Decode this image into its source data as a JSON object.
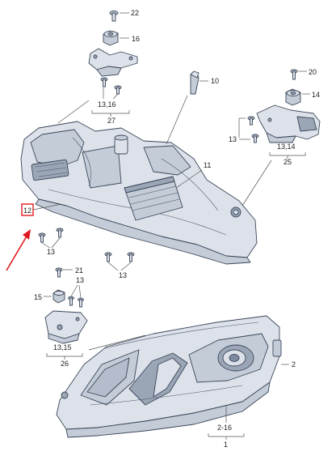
{
  "colors": {
    "part_fill": "#c4ccd8",
    "part_stroke": "#3a4658",
    "highlight_box": "#e0191f",
    "pointer_arrow": "#e0191f"
  },
  "callouts": {
    "c22": "22",
    "c16": "16",
    "c10": "10",
    "c20": "20",
    "c14": "14",
    "c27_group": "13,16",
    "c27": "27",
    "c13_a": "13",
    "c25_group": "13,14",
    "c25": "25",
    "c11": "11",
    "c12": "12",
    "c13_b": "13",
    "c13_c": "13",
    "c21": "21",
    "c15": "15",
    "c13_d": "13",
    "c26_group": "13,15",
    "c26": "26",
    "c2": "2",
    "c1_group": "2-16",
    "c1": "1"
  }
}
